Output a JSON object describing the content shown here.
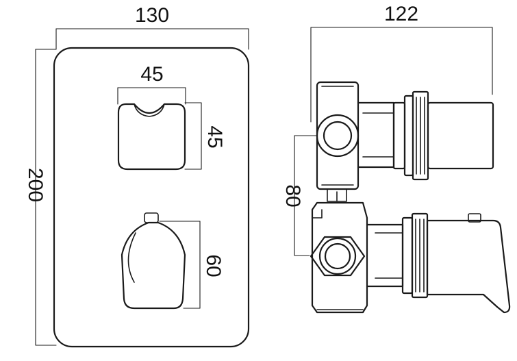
{
  "dimensions": {
    "front_width": "130",
    "front_height": "200",
    "upper_handle_width": "45",
    "upper_handle_height": "45",
    "lower_handle_height": "60",
    "side_depth": "122",
    "outlet_spacing": "80"
  },
  "colors": {
    "line": "#1a1a1a",
    "background": "#ffffff"
  }
}
